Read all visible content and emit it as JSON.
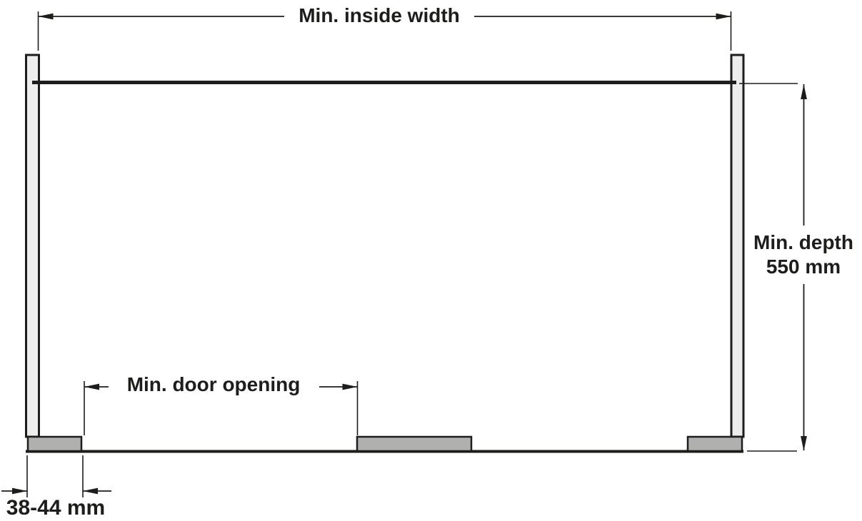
{
  "diagram": {
    "type": "technical_dimension_drawing",
    "colors": {
      "line": "#1d1d1b",
      "panel_fill": "#ededed",
      "door_block_fill": "#b0b0b0",
      "background": "#ffffff"
    },
    "dimensions": {
      "inside_width": {
        "label": "Min. inside width"
      },
      "depth": {
        "label": "Min. depth",
        "value": "550 mm"
      },
      "door_opening": {
        "label": "Min. door opening"
      },
      "side_clearance": {
        "value": "38-44 mm"
      }
    }
  }
}
